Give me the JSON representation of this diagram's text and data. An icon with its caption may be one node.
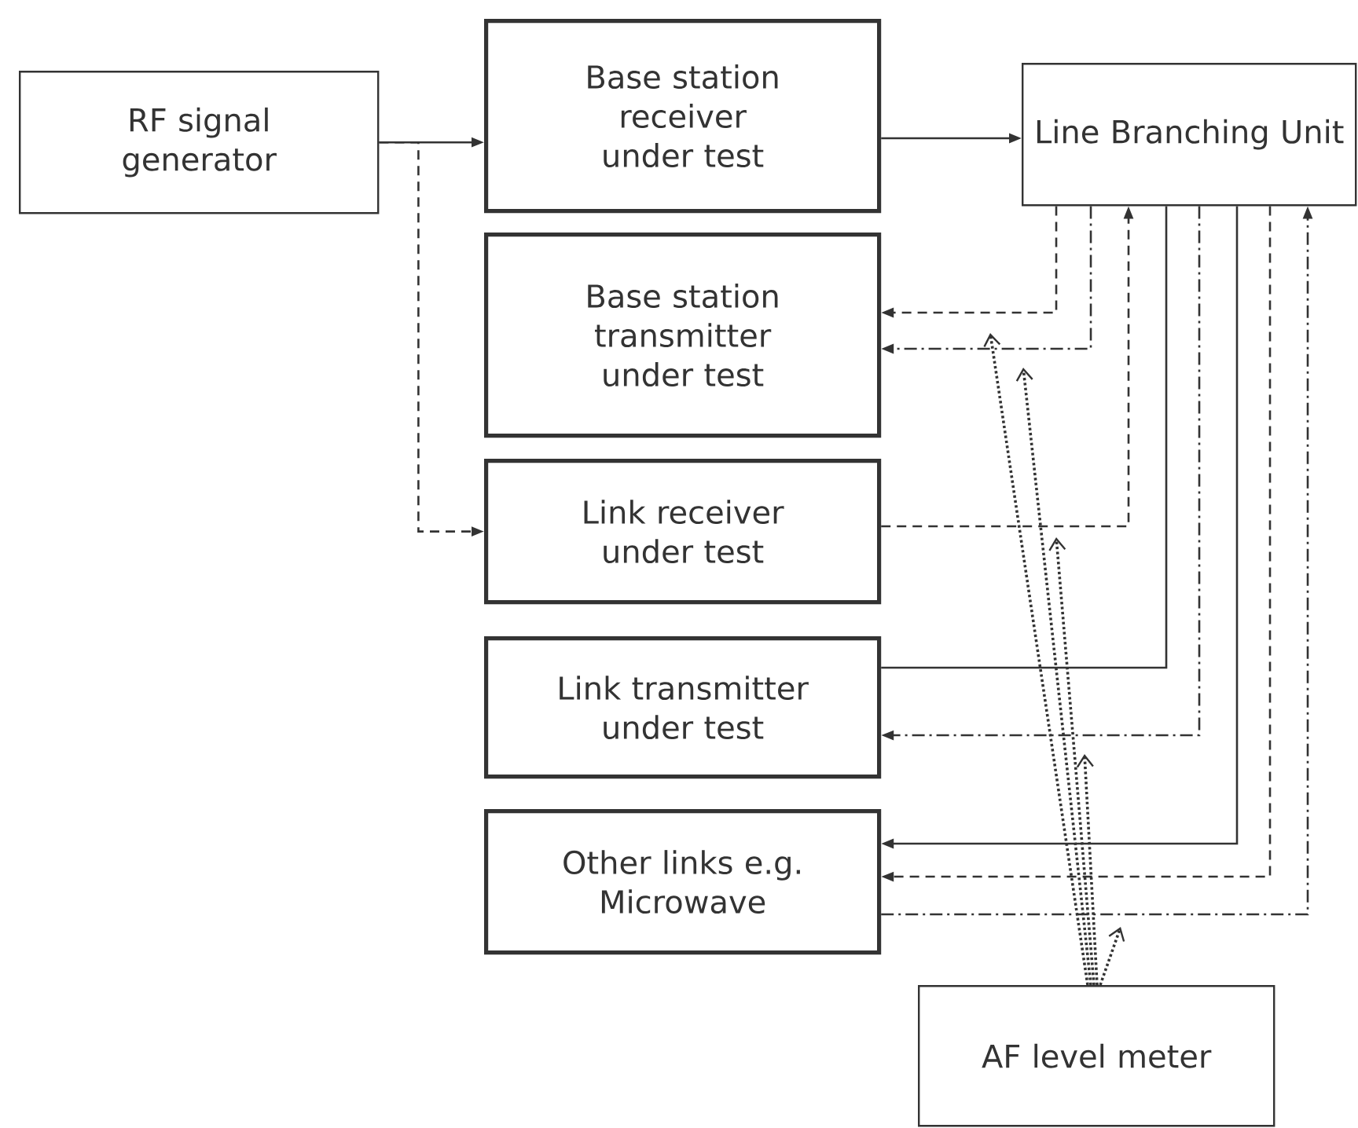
{
  "diagram": {
    "nodes": [
      {
        "text": [
          "RF signal generator"
        ]
      },
      {
        "text": [
          "Base station receiver under test"
        ]
      },
      {
        "text": [
          "Line Branching Unit"
        ]
      },
      {
        "text": [
          "Base station transmitter under test"
        ]
      },
      {
        "text": [
          "Link receiver under test"
        ]
      },
      {
        "text": [
          "Link transmitter under test"
        ]
      },
      {
        "text": [
          "Other links e.g. Microwave"
        ]
      },
      {
        "text": [
          "AF level meter"
        ]
      }
    ],
    "edges": [
      {
        "from": 0,
        "to": 1,
        "arrow": "to"
      },
      {
        "from": 0,
        "to": 4,
        "arrow": "to",
        "style": "dashed"
      },
      {
        "from": 1,
        "to": 2,
        "arrow": "to"
      },
      {
        "from": 2,
        "to": 3,
        "arrow": "to",
        "style": "dashed"
      },
      {
        "from": 2,
        "to": 3,
        "arrow": "to",
        "style": "dashed"
      },
      {
        "from": 4,
        "to": 2,
        "arrow": "to",
        "style": "dashed"
      },
      {
        "from": 2,
        "to": 5,
        "arrow": "none"
      },
      {
        "from": 2,
        "to": 5,
        "arrow": "to",
        "style": "dashed"
      },
      {
        "from": 2,
        "to": 6,
        "arrow": "to"
      },
      {
        "from": 2,
        "to": 6,
        "arrow": "to",
        "style": "dashed"
      },
      {
        "from": 6,
        "to": 2,
        "arrow": "to",
        "style": "dashed"
      },
      {
        "from": 7,
        "to": null,
        "arrow": "to",
        "style": "dashed"
      },
      {
        "from": 7,
        "to": null,
        "arrow": "to",
        "style": "dashed"
      },
      {
        "from": 7,
        "to": null,
        "arrow": "to",
        "style": "dashed"
      },
      {
        "from": 7,
        "to": null,
        "arrow": "to",
        "style": "dashed"
      },
      {
        "from": 7,
        "to": null,
        "arrow": "to",
        "style": "dashed"
      }
    ]
  }
}
